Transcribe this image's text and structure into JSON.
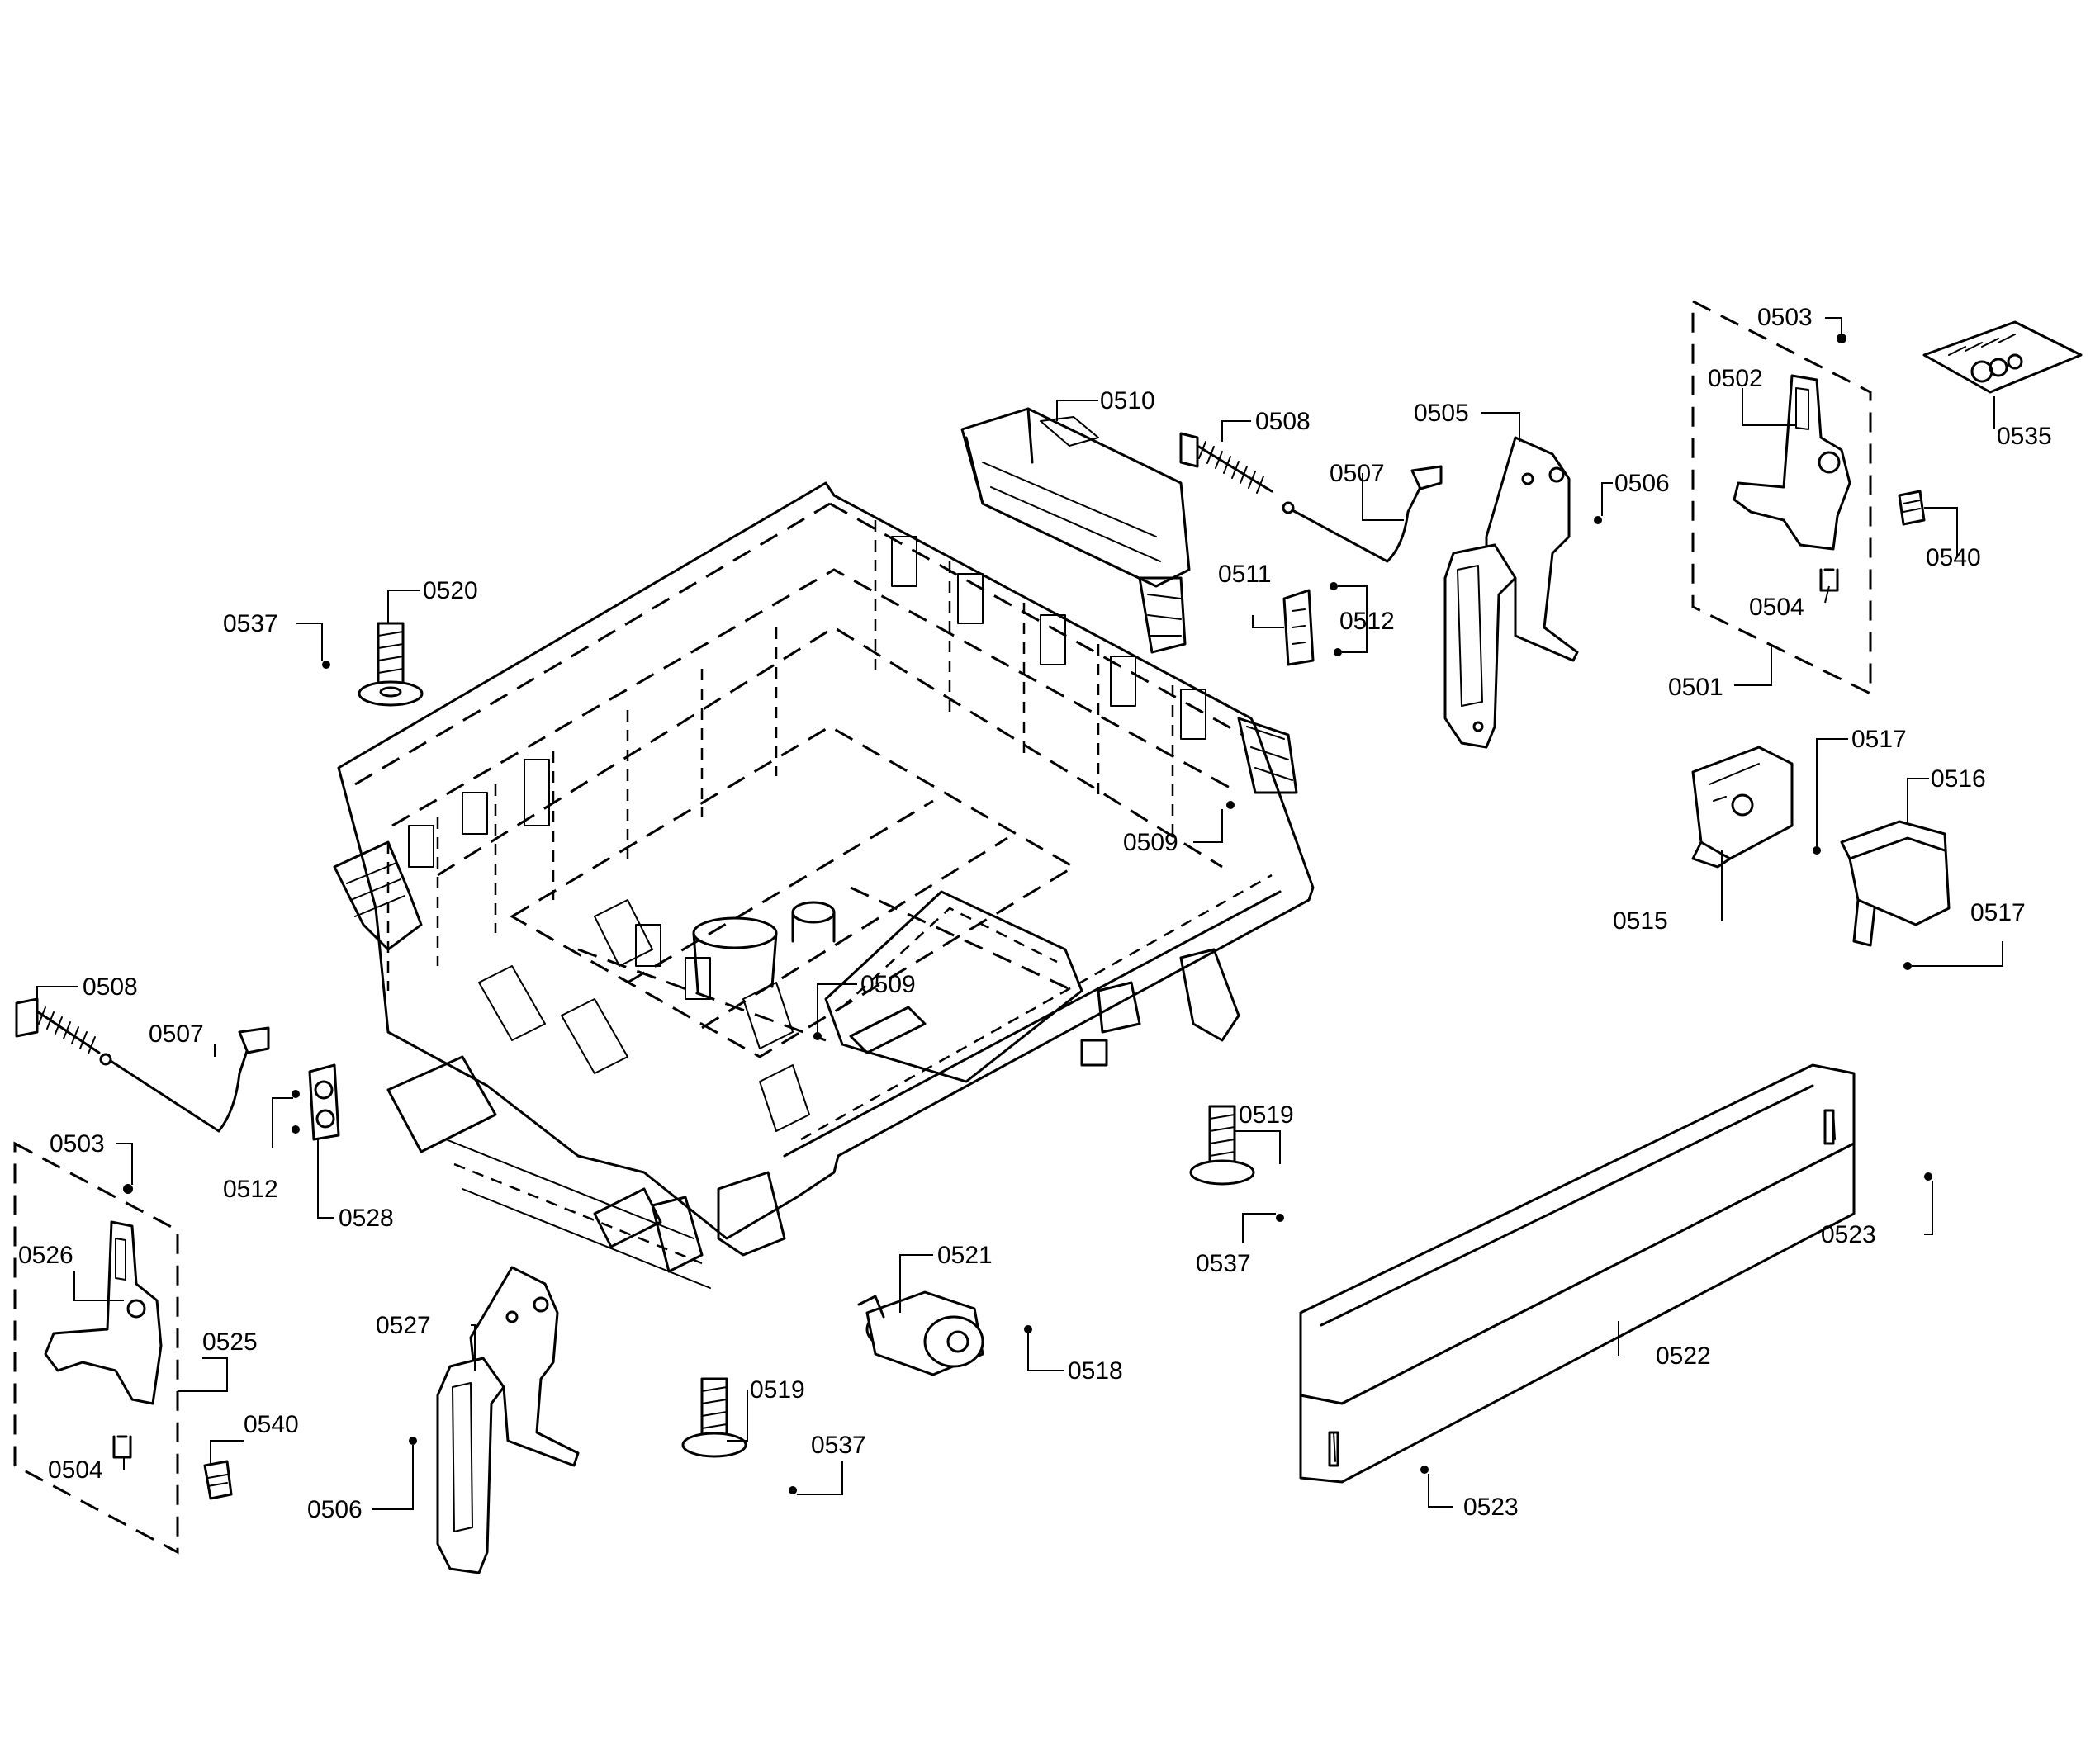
{
  "labels": {
    "c0503a": "0503",
    "c0502": "0502",
    "c0535": "0535",
    "c0505": "0505",
    "c0506a": "0506",
    "c0510": "0510",
    "c0508a": "0508",
    "c0507a": "0507",
    "c0540a": "0540",
    "c0504a": "0504",
    "c0501": "0501",
    "c0511": "0511",
    "c0512a": "0512",
    "c0537a": "0537",
    "c0520": "0520",
    "c0517a": "0517",
    "c0516": "0516",
    "c0509a": "0509",
    "c0515": "0515",
    "c0517b": "0517",
    "c0508b": "0508",
    "c0507b": "0507",
    "c0509b": "0509",
    "c0503b": "0503",
    "c0512b": "0512",
    "c0528": "0528",
    "c0526": "0526",
    "c0525": "0525",
    "c0519a": "0519",
    "c0537b": "0537",
    "c0523a": "0523",
    "c0521": "0521",
    "c0527": "0527",
    "c0540b": "0540",
    "c0504b": "0504",
    "c0518": "0518",
    "c0522": "0522",
    "c0519b": "0519",
    "c0537c": "0537",
    "c0506b": "0506",
    "c0523b": "0523"
  }
}
